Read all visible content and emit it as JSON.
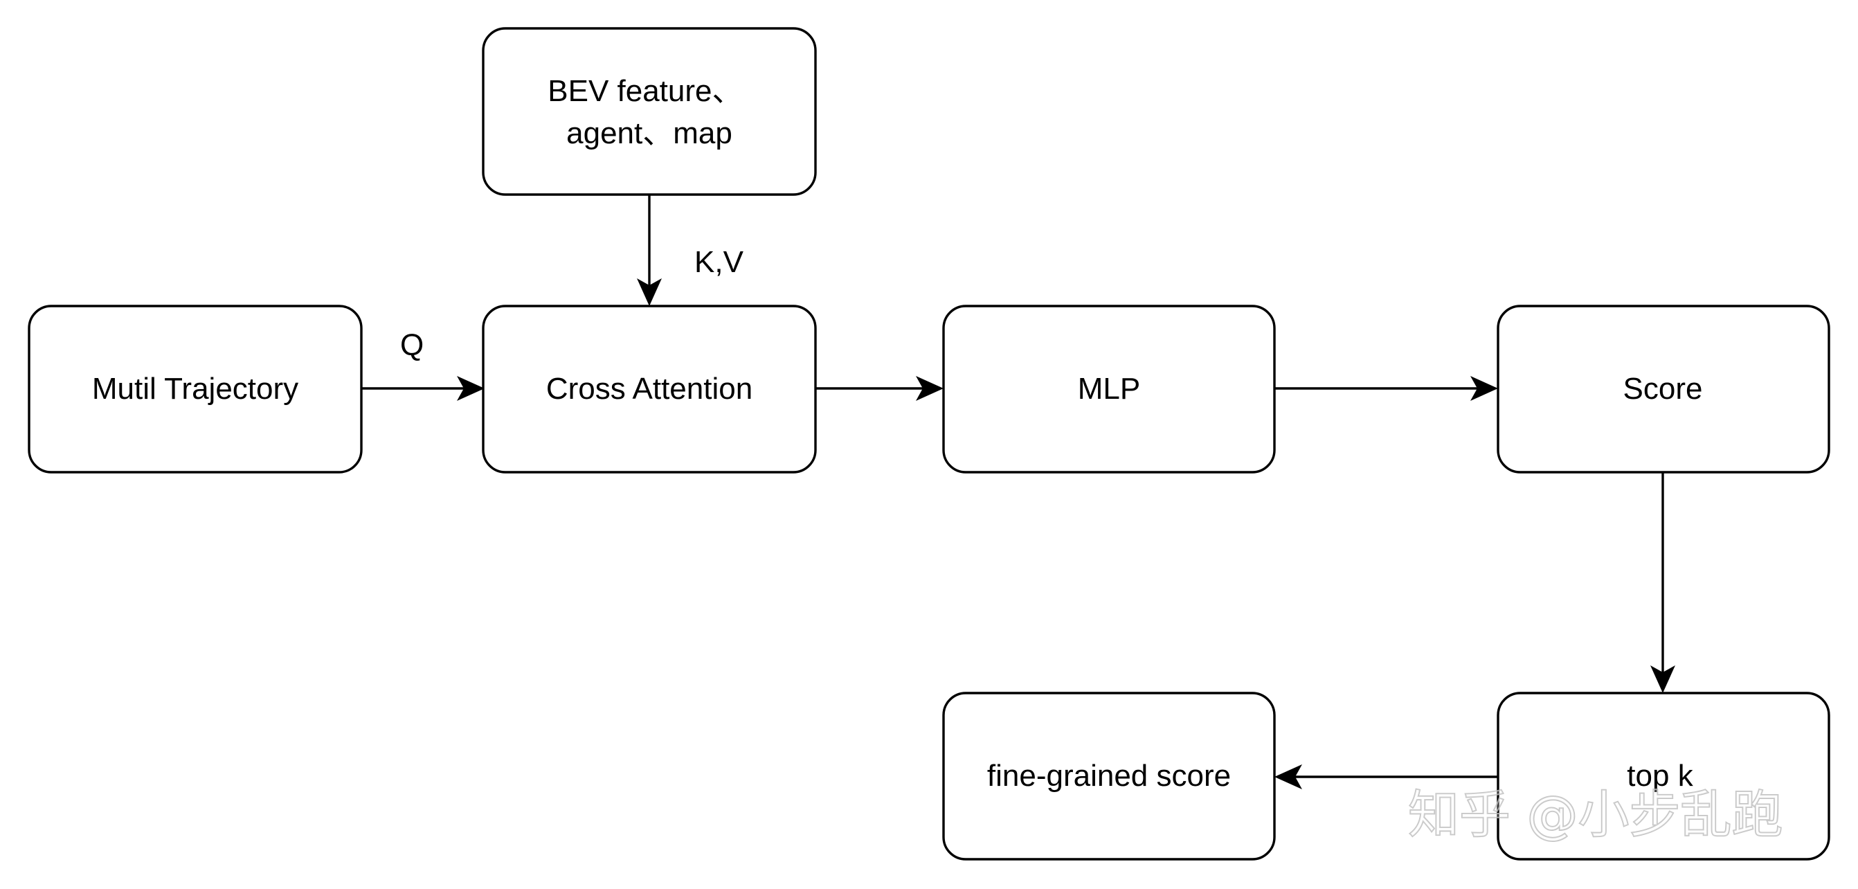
{
  "nodes": {
    "bev_input": {
      "lines": [
        "BEV feature、",
        "agent、map"
      ]
    },
    "mutil_trajectory": {
      "label": "Mutil Trajectory"
    },
    "cross_attention": {
      "label": "Cross Attention"
    },
    "mlp": {
      "label": "MLP"
    },
    "score": {
      "label": "Score"
    },
    "top_k": {
      "label": "top k"
    },
    "fine_grained_score": {
      "label": "fine-grained score"
    }
  },
  "edges": {
    "q_label": "Q",
    "kv_label": "K,V"
  },
  "watermark": "知乎 @小步乱跑"
}
